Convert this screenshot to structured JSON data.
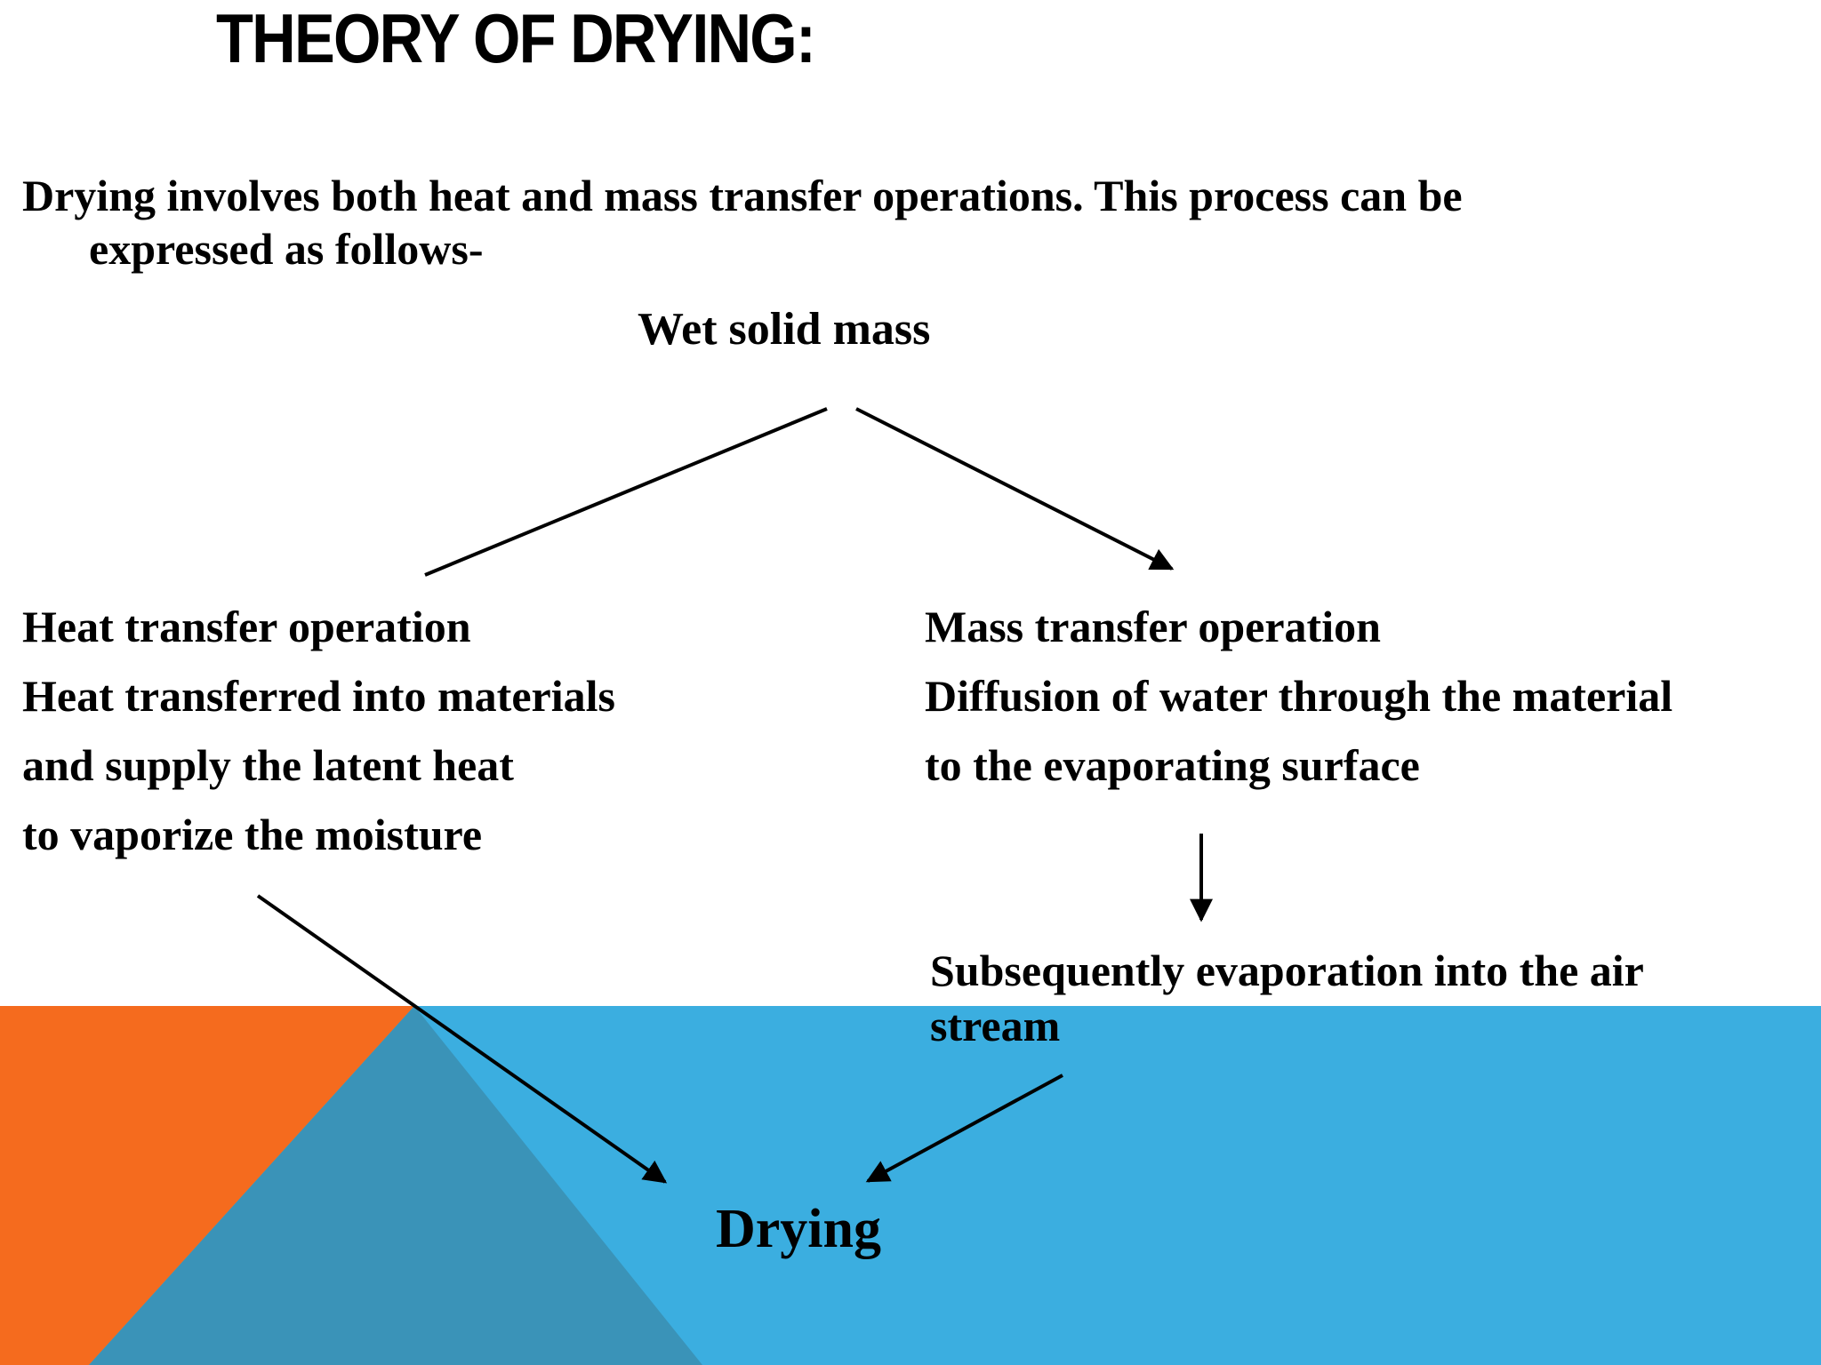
{
  "slide": {
    "title": "THEORY OF DRYING:",
    "intro": {
      "line1": "Drying involves both heat and mass transfer operations. This process can be",
      "line2": "expressed as follows-"
    },
    "root_node": "Wet solid mass",
    "left_branch": {
      "lines": [
        "Heat transfer operation",
        "Heat transferred into materials",
        "and supply the latent heat",
        "to vaporize the moisture"
      ]
    },
    "right_branch": {
      "lines": [
        "Mass transfer operation",
        "Diffusion of water through the material",
        "to the evaporating surface"
      ]
    },
    "evaporation_note": {
      "line1": "Subsequently evaporation into the air",
      "line2": "stream"
    },
    "result_node": "Drying",
    "colors": {
      "orange": "#F56B1E",
      "teal": "#3A93B8",
      "light_blue": "#3BAEE0",
      "arrow": "#000000",
      "text": "#000000"
    }
  }
}
